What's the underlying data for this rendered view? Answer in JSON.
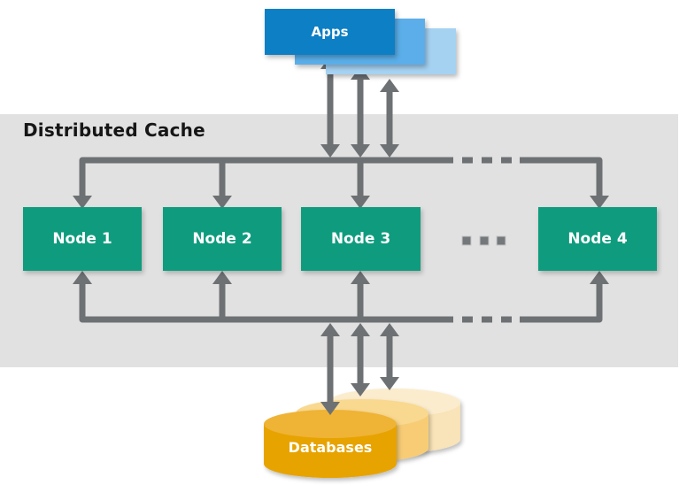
{
  "title": "Distributed Cache",
  "apps": {
    "label": "Apps",
    "color_front": "#0d7fc4",
    "color_middle": "#5baee9",
    "color_back": "#a6d2f2"
  },
  "cache": {
    "band_color": "#e1e1e1",
    "node_color": "#0f9c7e",
    "nodes": [
      {
        "label": "Node 1"
      },
      {
        "label": "Node 2"
      },
      {
        "label": "Node 3"
      },
      {
        "label": "Node 4"
      }
    ],
    "more_nodes_indicator": "ellipsis-squares"
  },
  "databases": {
    "label": "Databases",
    "color_front": "#e7a303",
    "color_middle": "#f7cc74",
    "color_back": "#f9e3b8"
  },
  "arrows": {
    "color": "#6e7174",
    "apps_to_cache": "bidirectional",
    "cache_to_databases": "bidirectional"
  }
}
